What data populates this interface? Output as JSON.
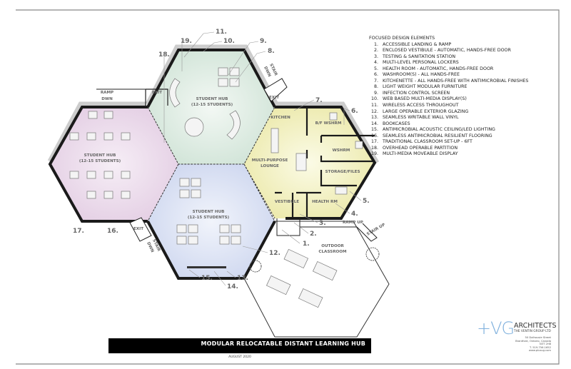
{
  "legend": {
    "title": "FOCUSED DESIGN ELEMENTS",
    "items": [
      {
        "n": "1.",
        "t": "ACCESSIBLE LANDING & RAMP"
      },
      {
        "n": "2.",
        "t": "ENCLOSED VESTIBULE - AUTOMATIC, HANDS-FREE DOOR"
      },
      {
        "n": "3.",
        "t": "TESTING & SANITATION STATION"
      },
      {
        "n": "4.",
        "t": "MULTI-LEVEL PERSONAL LOCKERS"
      },
      {
        "n": "5.",
        "t": "HEALTH ROOM - AUTOMATIC, HANDS-FREE DOOR"
      },
      {
        "n": "6.",
        "t": "WASHROOM(S) - ALL HANDS-FREE"
      },
      {
        "n": "7.",
        "t": "KITCHENETTE - ALL HANDS-FREE WITH ANTIMICROBIAL FINISHES"
      },
      {
        "n": "8.",
        "t": "LIGHT WEIGHT MODULAR FURNITURE"
      },
      {
        "n": "9.",
        "t": "INFECTION CONTROL SCREEN"
      },
      {
        "n": "10.",
        "t": "WEB BASED MULTI-MEDIA DISPLAY(S)"
      },
      {
        "n": "11.",
        "t": "WIRELESS ACCESS THROUGHOUT"
      },
      {
        "n": "12.",
        "t": "LARGE OPERABLE EXTERIOR GLAZING"
      },
      {
        "n": "13.",
        "t": "SEAMLESS WRITABLE WALL VINYL"
      },
      {
        "n": "14.",
        "t": "BOOKCASES"
      },
      {
        "n": "15.",
        "t": "ANTIMICROBIAL ACOUSTIC CEILING/LED LIGHTING"
      },
      {
        "n": "16.",
        "t": "SEAMLESS ANTIMICROBIAL RESILIENT FLOORING"
      },
      {
        "n": "17.",
        "t": "TRADITIONAL CLASSROOM SET-UP - 6FT"
      },
      {
        "n": "18.",
        "t": "OVERHEAD OPERABLE PARTITION"
      },
      {
        "n": "19.",
        "t": "MULTI-MEDIA MOVEABLE DISPLAY"
      }
    ]
  },
  "plan": {
    "rooms": {
      "hub_green": [
        "STUDENT HUB",
        "(12-15 STUDENTS)"
      ],
      "hub_purple": [
        "STUDENT HUB",
        "(12-15 STUDENTS)"
      ],
      "hub_blue": [
        "STUDENT HUB",
        "(12-15 STUDENTS)"
      ],
      "lounge": [
        "MULTI-PURPOSE",
        "LOUNGE"
      ],
      "kitchen": "KITCHEN",
      "bf_wshrm": "B/F WSHRM",
      "wshrm": "WSHRM",
      "storage": "STORAGE/FILES",
      "vestibule": "VESTIBULE",
      "health": "HEALTH RM",
      "outdoor": [
        "OUTDOOR",
        "CLASSROOM"
      ]
    },
    "annotations": {
      "ramp_dwn": [
        "RAMP",
        "DWN"
      ],
      "exit": "EXIT",
      "stair_dwn": [
        "STAIR",
        "DWN"
      ],
      "ramp_up": "RAMP UP",
      "stair_up": "STAIR UP"
    },
    "callouts": [
      "1.",
      "2.",
      "3.",
      "4.",
      "5.",
      "6.",
      "7.",
      "8.",
      "9.",
      "10.",
      "11.",
      "12.",
      "13.",
      "14.",
      "15.",
      "16.",
      "17.",
      "18.",
      "19."
    ],
    "colors": {
      "green": "#dcebe2",
      "purple": "#ead9ea",
      "blue": "#dae1f2",
      "yellow": "#f2f0bd",
      "walls": "#1a1a1a"
    }
  },
  "title_block": {
    "title": "MODULAR RELOCATABLE DISTANT LEARNING HUB",
    "date": "AUGUST 2020"
  },
  "logo": {
    "mark": "+VG",
    "name": "ARCHITECTS",
    "sub": "THE VENTIN GROUP LTD",
    "address": [
      "50 Dalhousie Street",
      "Brantford, Ontario, Canada",
      "N3T 2H8",
      "T. 519.756.1652",
      "www.plusvg.com"
    ],
    "mark_color": "#7fb0dd"
  }
}
